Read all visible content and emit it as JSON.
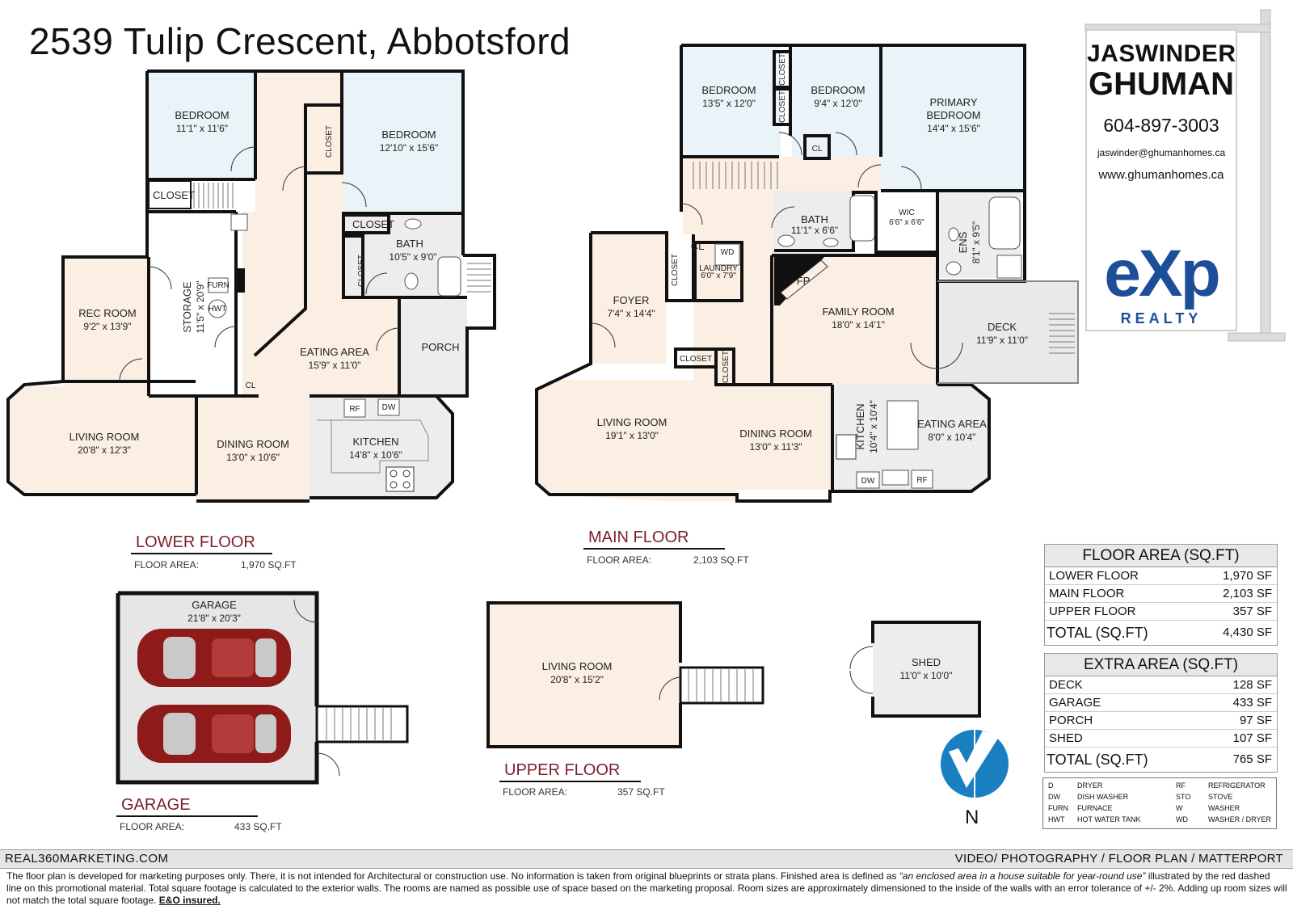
{
  "title": "2539 Tulip Crescent, Abbotsford",
  "agent": {
    "name_line1": "JASWINDER",
    "name_line2": "GHUMAN",
    "phone": "604-897-3003",
    "email": "jaswinder@ghumanhomes.ca",
    "website": "www.ghumanhomes.ca",
    "brand": "eXp",
    "brand_sub": "REALTY",
    "brand_color": "#1d4e9a"
  },
  "rooms": {
    "lower": {
      "bedroom1": {
        "name": "BEDROOM",
        "dim": "11'1\" x 11'6\""
      },
      "bedroom2": {
        "name": "BEDROOM",
        "dim": "12'10\" x 15'6\""
      },
      "closet1": "CLOSET",
      "closet2": "CLOSET",
      "closet3": "CLOSET",
      "closet4": "CLOSET",
      "storage": {
        "name": "STORAGE",
        "dim": "11'5\" x 20'9\""
      },
      "furn": "FURN",
      "hwt": "HWT",
      "cl": "CL",
      "rec": {
        "name": "REC ROOM",
        "dim": "9'2\" x 13'9\""
      },
      "bath": {
        "name": "BATH",
        "dim": "10'5\" x 9'0\""
      },
      "porch": "PORCH",
      "eating": {
        "name": "EATING AREA",
        "dim": "15'9\" x 11'0\""
      },
      "living": {
        "name": "LIVING ROOM",
        "dim": "20'8\" x 12'3\""
      },
      "dining": {
        "name": "DINING ROOM",
        "dim": "13'0\" x 10'6\""
      },
      "kitchen": {
        "name": "KITCHEN",
        "dim": "14'8\" x 10'6\""
      },
      "rf": "RF",
      "dw": "DW"
    },
    "main": {
      "bedroom1": {
        "name": "BEDROOM",
        "dim": "13'5\" x 12'0\""
      },
      "bedroom2": {
        "name": "BEDROOM",
        "dim": "9'4\" x 12'0\""
      },
      "primary_line1": "PRIMARY",
      "primary_line2": "BEDROOM",
      "primary_dim": "14'4\" x 15'6\"",
      "closet_a": "CLOSET",
      "closet_b": "CLOSET",
      "cl_top": "CL",
      "bath": {
        "name": "BATH",
        "dim": "11'1\" x 6'6\""
      },
      "wic": {
        "name": "WIC",
        "dim": "6'6\" x 6'6\""
      },
      "ens": {
        "name": "ENS",
        "dim": "8'1\" x 9'5\""
      },
      "cl_mid": "CL",
      "wd": "WD",
      "laundry": {
        "name": "LAUNDRY",
        "dim": "6'0\" x 7'9\""
      },
      "closet_c": "CLOSET",
      "fp": "FP",
      "foyer": {
        "name": "FOYER",
        "dim": "7'4\" x 14'4\""
      },
      "family": {
        "name": "FAMILY ROOM",
        "dim": "18'0\" x 14'1\""
      },
      "deck": {
        "name": "DECK",
        "dim": "11'9\" x 11'0\""
      },
      "closet_d": "CLOSET",
      "closet_e": "CLOSET",
      "living": {
        "name": "LIVING ROOM",
        "dim": "19'1\" x 13'0\""
      },
      "dining": {
        "name": "DINING ROOM",
        "dim": "13'0\" x 11'3\""
      },
      "kitchen": {
        "name": "KITCHEN",
        "dim": "10'4\" x 10'4\""
      },
      "eating": {
        "name": "EATING AREA",
        "dim": "8'0\" x 10'4\""
      },
      "dw": "DW",
      "rf": "RF"
    },
    "garage": {
      "name": "GARAGE",
      "dim": "21'8\" x 20'3\""
    },
    "upper_living": {
      "name": "LIVING ROOM",
      "dim": "20'8\" x 15'2\""
    },
    "shed": {
      "name": "SHED",
      "dim": "11'0\" x 10'0\""
    }
  },
  "floors": {
    "lower": {
      "title": "LOWER FLOOR",
      "area_label": "FLOOR AREA:",
      "area_value": "1,970 SQ.FT"
    },
    "main": {
      "title": "MAIN FLOOR",
      "area_label": "FLOOR AREA:",
      "area_value": "2,103 SQ.FT"
    },
    "garage": {
      "title": "GARAGE",
      "area_label": "FLOOR AREA:",
      "area_value": "433 SQ.FT"
    },
    "upper": {
      "title": "UPPER FLOOR",
      "area_label": "FLOOR AREA:",
      "area_value": "357 SQ.FT"
    }
  },
  "floor_area_table": {
    "heading": "FLOOR AREA (SQ.FT)",
    "rows": [
      {
        "label": "LOWER FLOOR",
        "value": "1,970 SF"
      },
      {
        "label": "MAIN FLOOR",
        "value": "2,103 SF"
      },
      {
        "label": "UPPER FLOOR",
        "value": "357 SF"
      }
    ],
    "total_label": "TOTAL (SQ.FT)",
    "total_value": "4,430 SF"
  },
  "extra_area_table": {
    "heading": "EXTRA AREA (SQ.FT)",
    "rows": [
      {
        "label": "DECK",
        "value": "128 SF"
      },
      {
        "label": "GARAGE",
        "value": "433 SF"
      },
      {
        "label": "PORCH",
        "value": "97 SF"
      },
      {
        "label": "SHED",
        "value": "107 SF"
      }
    ],
    "total_label": "TOTAL (SQ.FT)",
    "total_value": "765 SF"
  },
  "legend": [
    {
      "code": "D",
      "meaning": "DRYER"
    },
    {
      "code": "DW",
      "meaning": "DISH WASHER"
    },
    {
      "code": "FURN",
      "meaning": "FURNACE"
    },
    {
      "code": "HWT",
      "meaning": "HOT WATER TANK"
    },
    {
      "code": "RF",
      "meaning": "REFRIGERATOR"
    },
    {
      "code": "STO",
      "meaning": "STOVE"
    },
    {
      "code": "W",
      "meaning": "WASHER"
    },
    {
      "code": "WD",
      "meaning": "WASHER / DRYER"
    }
  ],
  "north_label": "N",
  "footer": {
    "left": "REAL360MARKETING.COM",
    "right": "VIDEO/ PHOTOGRAPHY / FLOOR PLAN / MATTERPORT"
  },
  "disclaimer": {
    "part1": "The floor plan is developed for marketing purposes only. There, it is not intended for Architectural or construction use. No information is  taken from original blueprints or strata plans. Finished area is defined as ",
    "quote": "“an enclosed area in a house suitable for year-round use”",
    "part2": " illustrated by the red dashed line on this promotional material. Total square footage is calculated to the exterior walls. The rooms are named as possible use of space based on the marketing proposal. Room sizes are approximately dimensioned to the inside of the walls with an error tolerance of +/- 2%. Adding up room sizes will not match the total square footage. ",
    "eo": "E&O insured."
  },
  "colors": {
    "wall": "#111111",
    "living_fill": "#fbeee3",
    "bedroom_fill": "#eaf3f7",
    "utility_fill": "#ededed",
    "deck_fill": "#e9e9e9",
    "car": "#8e1a1a",
    "title_accent": "#7a1f2b"
  }
}
